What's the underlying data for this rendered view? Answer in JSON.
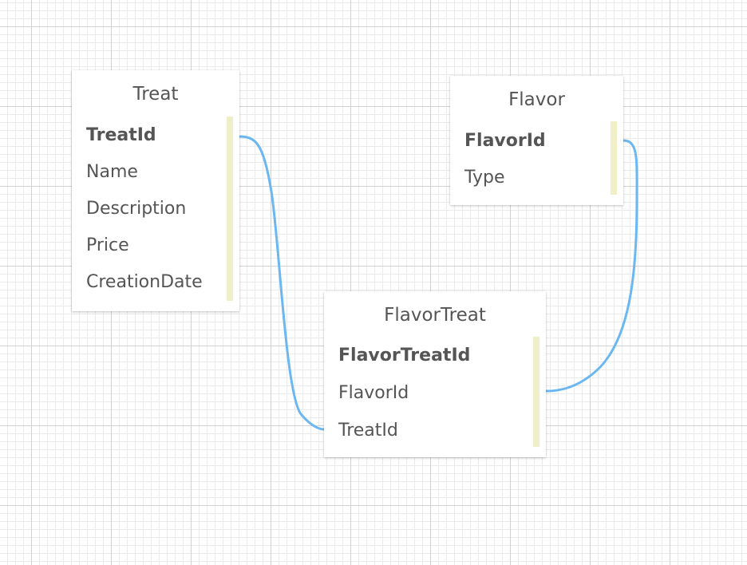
{
  "colors": {
    "connector": "#6ab7f2",
    "relation_bar": "#f1efc8",
    "card_background": "#ffffff",
    "text": "#555555",
    "grid_major": "#d2d2d2",
    "grid_minor": "#ebebeb"
  },
  "tables": {
    "treat": {
      "title": "Treat",
      "fields": [
        "TreatId",
        "Name",
        "Description",
        "Price",
        "CreationDate"
      ],
      "primary_key": "TreatId"
    },
    "flavor": {
      "title": "Flavor",
      "fields": [
        "FlavorId",
        "Type"
      ],
      "primary_key": "FlavorId"
    },
    "flavortreat": {
      "title": "FlavorTreat",
      "fields": [
        "FlavorTreatId",
        "FlavorId",
        "TreatId"
      ],
      "primary_key": "FlavorTreatId"
    }
  },
  "relations": [
    {
      "from": "Treat.TreatId",
      "to": "FlavorTreat.TreatId"
    },
    {
      "from": "Flavor.FlavorId",
      "to": "FlavorTreat.FlavorId"
    }
  ]
}
